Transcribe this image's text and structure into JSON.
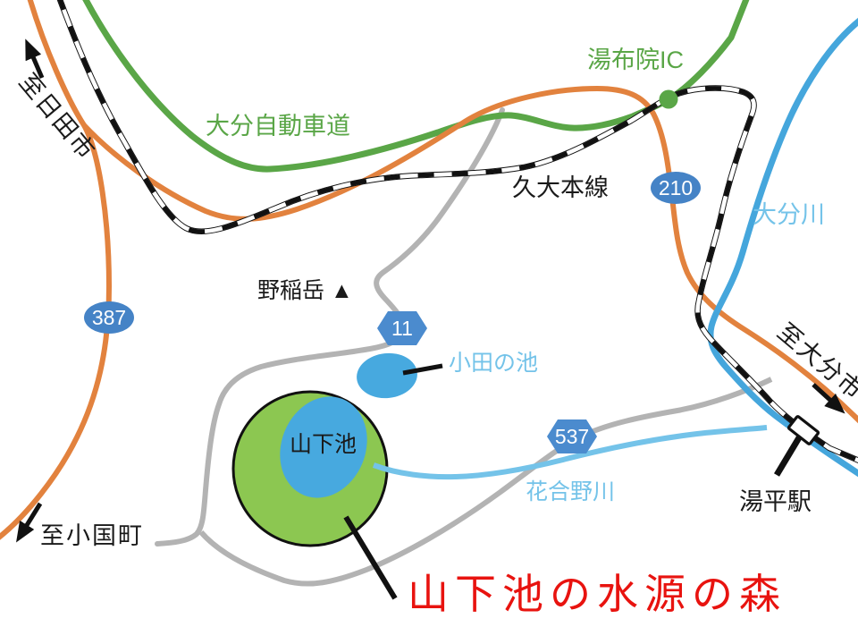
{
  "map": {
    "highlight": {
      "label": "山下池の水源の森",
      "color": "#e8130f"
    },
    "roads": {
      "expressway": {
        "label": "大分自動車道",
        "color": "#5aa647"
      },
      "interchange": {
        "label": "湯布院IC"
      },
      "national_route_color": "#e2823e",
      "local_road_color": "#b3b3b3",
      "badges": {
        "r387": "387",
        "r210": "210",
        "r11": "11",
        "r537": "537",
        "oval_badge_color": "#4583c6",
        "hex_badge_color": "#4b8bce"
      }
    },
    "railway": {
      "label": "久大本線",
      "station_label": "湯平駅",
      "line_color": "#111111"
    },
    "water": {
      "oita_river": {
        "label": "大分川",
        "color": "#45a6dc"
      },
      "kagono_river": {
        "label": "花合野川",
        "color": "#74c3e9"
      },
      "oda_pond": {
        "label": "小田の池"
      },
      "yamashita_pond": {
        "label": "山下池",
        "fill": "#47a9df"
      },
      "label_color": "#74c3e9"
    },
    "forest": {
      "fill": "#8cc751",
      "outline": "#111111"
    },
    "mountain": {
      "label": "野稲岳 ▲"
    },
    "directions": {
      "to_hita": "至日田市",
      "to_oguni": "至小国町",
      "to_oita": "至大分市"
    }
  }
}
